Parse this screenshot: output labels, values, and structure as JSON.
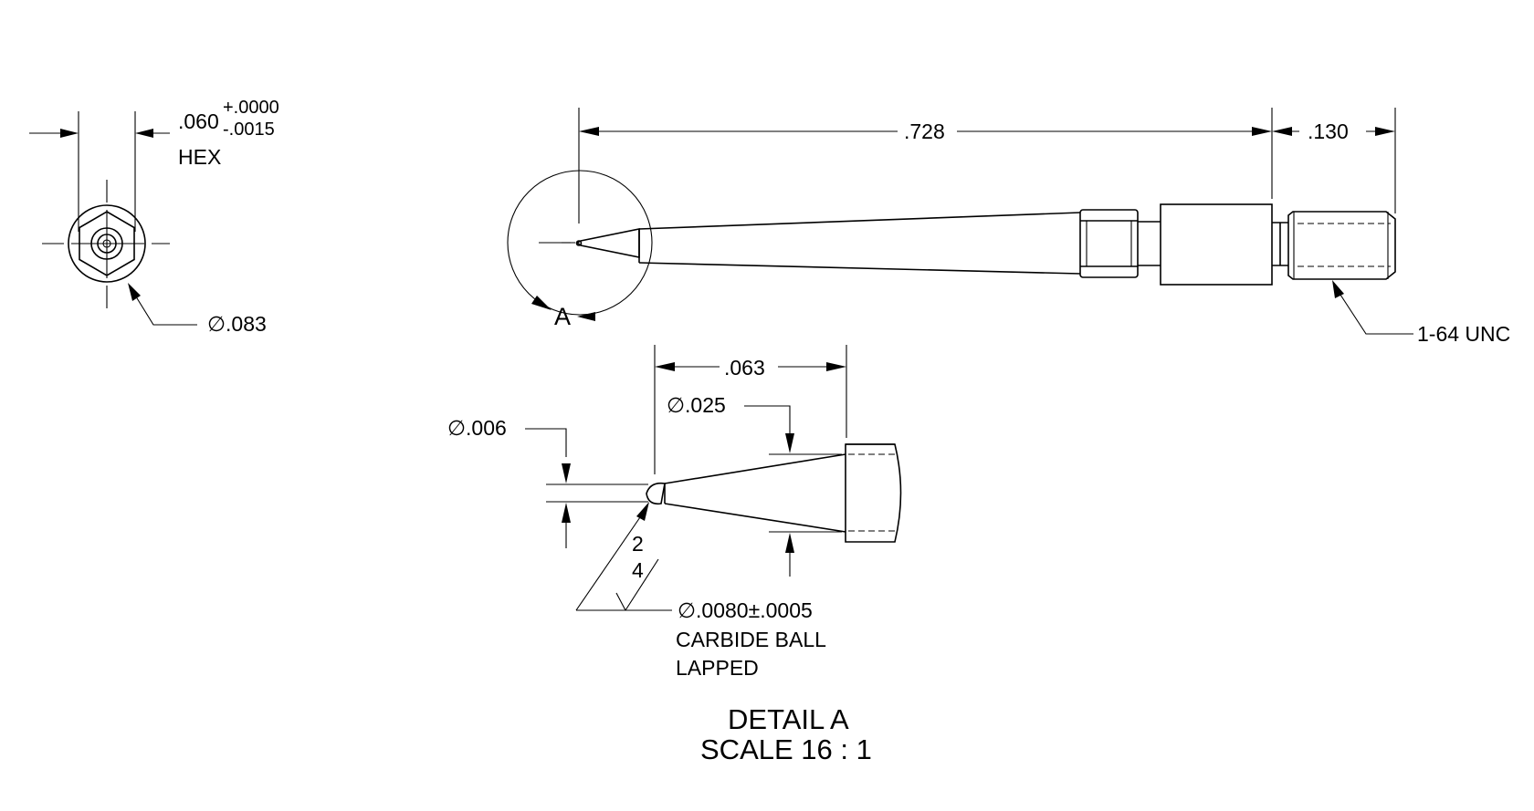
{
  "hex_view": {
    "dimension": ".060",
    "tol_plus": "+.0000",
    "tol_minus": "-.0015",
    "hex_label": "HEX",
    "diameter": "∅.083"
  },
  "main_view": {
    "overall_length": ".728",
    "thread_length": ".130",
    "detail_callout": "A",
    "thread_spec": "1-64 UNC"
  },
  "detail_view": {
    "tip_length": ".063",
    "cone_diameter": "∅.025",
    "tip_diameter": "∅.006",
    "finish_top": "2",
    "finish_bottom": "4",
    "ball_diameter": "∅.0080±.0005",
    "ball_note_1": "CARBIDE BALL",
    "ball_note_2": "LAPPED",
    "title": "DETAIL A",
    "scale": "SCALE 16 : 1"
  }
}
